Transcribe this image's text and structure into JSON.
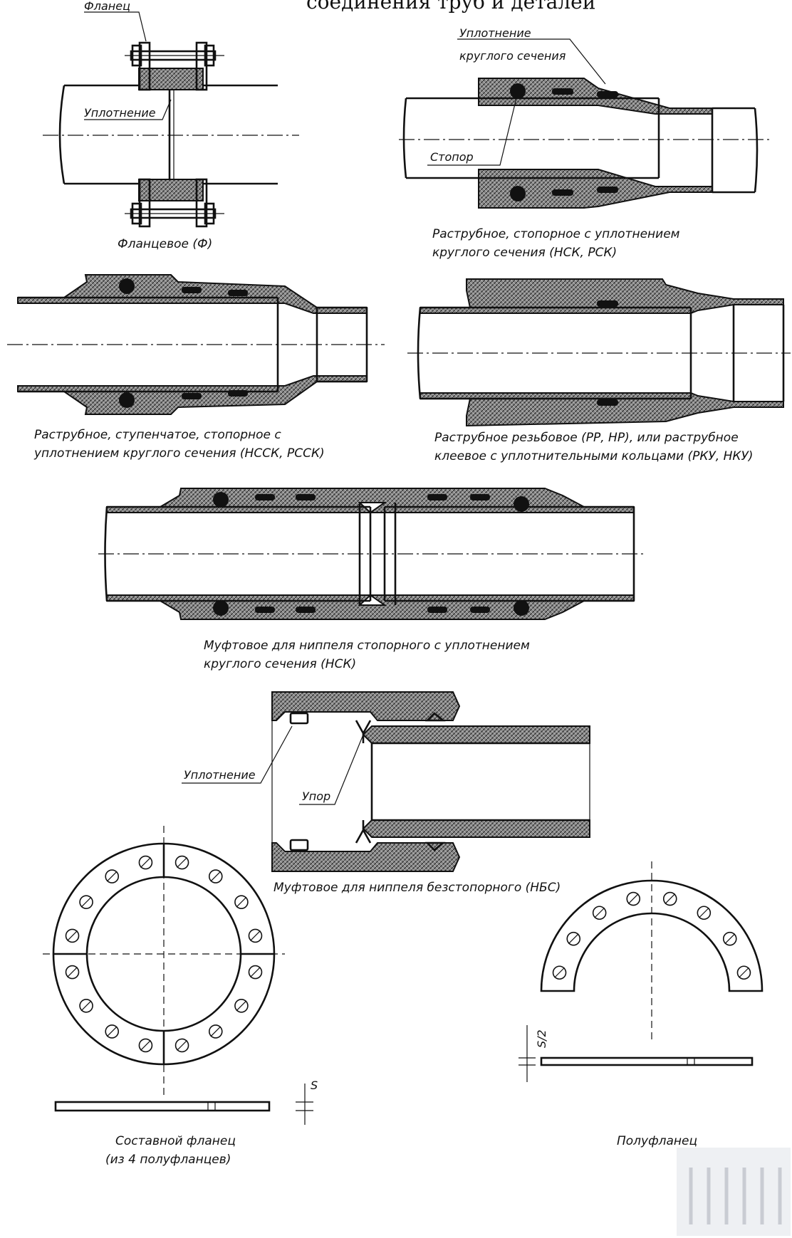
{
  "page": {
    "title": "соединения труб и деталей"
  },
  "labels": {
    "flanec": "Фланец",
    "uplotnenie_top": "Уплотнение",
    "uplotnenie_krug_line1": "Уплотнение",
    "uplotnenie_krug_line2": "круглого сечения",
    "stopor": "Стопор",
    "uplotnenie_nbs": "Уплотнение",
    "upor": "Упор",
    "dim_s": "S",
    "dim_s2": "S/2"
  },
  "captions": {
    "flange": "Фланцевое (Ф)",
    "socket_line1": "Раструбное, стопорное с уплотнением",
    "socket_line2": "круглого сечения (НСК, РСК)",
    "stepped_line1": "Раструбное, ступенчатое, стопорное с",
    "stepped_line2": "уплотнением круглого сечения (НССК, РССК)",
    "threaded_line1": "Раструбное резьбовое (РР, НР), или раструбное",
    "threaded_line2": "клеевое с уплотнительными кольцами (РКУ, НКУ)",
    "coupling_line1": "Муфтовое для ниппеля стопорного с уплотнением",
    "coupling_line2": "круглого сечения (НСК)",
    "nbs": "Муфтовое для ниппеля безстопорного (НБС)",
    "composite_line1": "Составной фланец",
    "composite_line2": "(из 4 полуфланцев)",
    "half": "Полуфланец"
  },
  "colors": {
    "ink": "#111111",
    "paper": "#ffffff",
    "stamp": "#e7e9ee"
  }
}
